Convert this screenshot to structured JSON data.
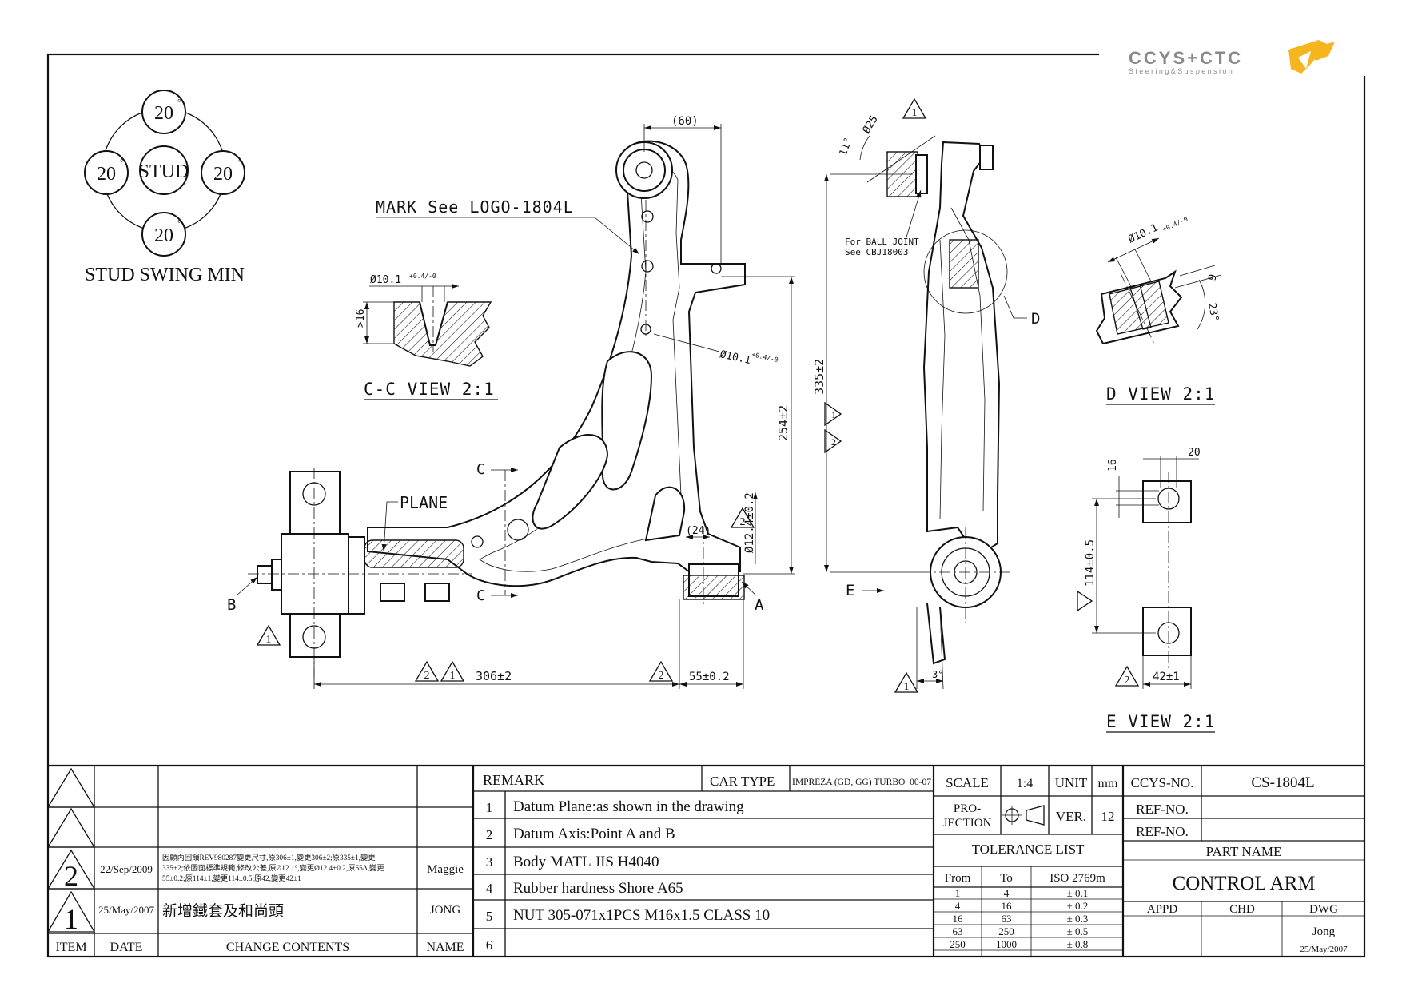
{
  "logo": {
    "text": "CCYS+CTC",
    "tagline": "Steering&Suspension",
    "accent": "#f6b51d"
  },
  "colors": {
    "ink": "#111111",
    "logo_gray": "#8a8a8a",
    "logo_orange": "#f6b51d"
  },
  "stud_swing": {
    "center_label": "STUD",
    "top": "20",
    "left": "20",
    "right": "20",
    "bottom": "20",
    "degree": "°",
    "caption": "STUD SWING MIN"
  },
  "cc_view": {
    "title": "C-C VIEW 2:1",
    "dia": "Ø10.1",
    "tol": "+0.4/-0",
    "depth": ">16"
  },
  "main_view": {
    "dim_60": "(60)",
    "mark": "MARK See LOGO-1804L",
    "dia_hole": "Ø10.1",
    "hole_tol": "+0.4/-0",
    "dim_254": "254±2",
    "dim_335": "335±2",
    "dim_306": "306±2",
    "dim_55": "55±0.2",
    "dim_24": "(24)",
    "dim_dia124": "Ø12.4±0.2",
    "plane": "PLANE",
    "sec_c": "C",
    "pt_a": "A",
    "pt_b": "B"
  },
  "side_view": {
    "dia25": "Ø25",
    "angle11": "11°",
    "ball_joint_1": "For BALL JOINT",
    "ball_joint_2": "See CBJ18003",
    "d_label": "D",
    "e_label": "E",
    "angle3": "3°"
  },
  "d_view": {
    "title": "D VIEW 2:1",
    "dia": "Ø10.1",
    "tol": "+0.4/-0",
    "dim9": "9",
    "angle23": "23°"
  },
  "e_view": {
    "title": "E VIEW 2:1",
    "dim16": "16",
    "dim20": "20",
    "dim114": "114±0.5",
    "dim42": "42±1"
  },
  "revisions": {
    "rows": [
      {
        "mark": "2",
        "date": "22/Sep/2009",
        "content_1": "因顧內回饋REV980287變更尺寸,原306±1,變更306±2;原335±1,變更",
        "content_2": "335±2;依圖面標準規範,修改公差,原Ø12.1°,變更Ø12.4±0.2,原55Δ,變更",
        "content_3": "55±0.2;原114±1,變更114±0.5;原42,變更42±1",
        "name": "Maggie"
      },
      {
        "mark": "1",
        "date": "25/May/2007",
        "content": "新增鐵套及和尚頭",
        "name": "JONG"
      }
    ],
    "headers": {
      "item": "ITEM",
      "date": "DATE",
      "change": "CHANGE CONTENTS",
      "name": "NAME"
    }
  },
  "remarks": {
    "title": "REMARK",
    "items": [
      {
        "no": "1",
        "text": "Datum Plane:as shown in the drawing"
      },
      {
        "no": "2",
        "text": "Datum Axis:Point A and B"
      },
      {
        "no": "3",
        "text": "Body MATL JIS H4040"
      },
      {
        "no": "4",
        "text": "Rubber hardness Shore A65"
      },
      {
        "no": "5",
        "text": "NUT 305-071x1PCS M16x1.5 CLASS 10"
      },
      {
        "no": "6",
        "text": ""
      }
    ]
  },
  "car": {
    "label": "CAR TYPE",
    "value": "IMPREZA (GD, GG) TURBO_00-07"
  },
  "scale": {
    "label": "SCALE",
    "value": "1:4"
  },
  "unit": {
    "label": "UNIT",
    "value": "mm"
  },
  "projection": {
    "label_1": "PRO-",
    "label_2": "JECTION"
  },
  "version": {
    "label": "VER.",
    "value": "12"
  },
  "tolerance": {
    "title": "TOLERANCE LIST",
    "headers": [
      "From",
      "To",
      "ISO 2769m"
    ],
    "rows": [
      [
        "1",
        "4",
        "± 0.1"
      ],
      [
        "4",
        "16",
        "± 0.2"
      ],
      [
        "16",
        "63",
        "± 0.3"
      ],
      [
        "63",
        "250",
        "± 0.5"
      ],
      [
        "250",
        "1000",
        "± 0.8"
      ]
    ]
  },
  "ccys_no": {
    "label": "CCYS-NO.",
    "value": "CS-1804L"
  },
  "ref_no": {
    "label": "REF-NO."
  },
  "part": {
    "label": "PART NAME",
    "value": "CONTROL ARM"
  },
  "approval": {
    "appd": "APPD",
    "chd": "CHD",
    "dwg": "DWG",
    "dwg_name": "Jong",
    "dwg_date": "25/May/2007"
  }
}
